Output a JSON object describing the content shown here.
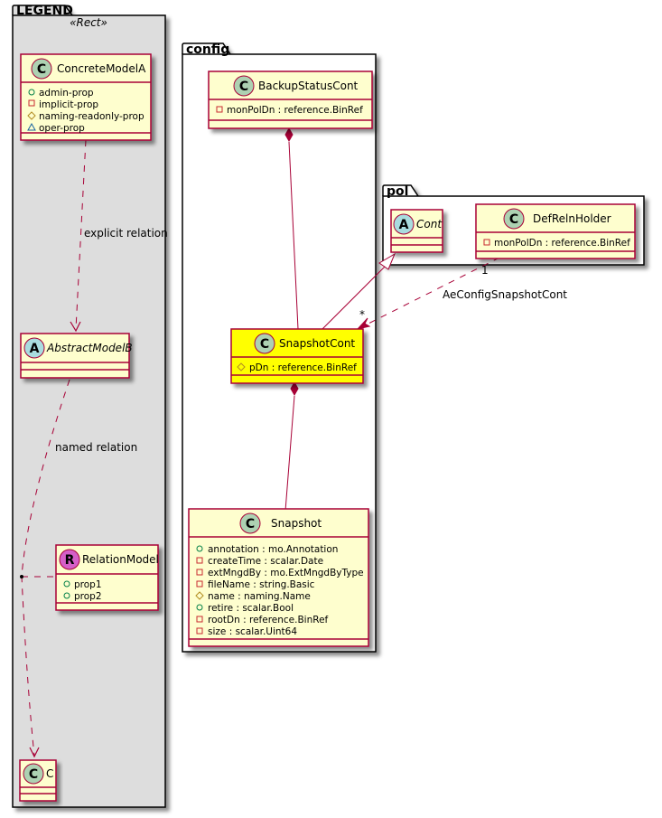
{
  "packages": {
    "legend": {
      "name": "LEGEND",
      "stereotype": "«Rect»"
    },
    "config": {
      "name": "config"
    },
    "pol": {
      "name": "pol"
    }
  },
  "colors": {
    "class_fill": "#FEFECE",
    "class_border": "#A80036",
    "highlight_fill": "#FFFF00",
    "legend_bg": "#DDDDDD",
    "circle_class": "#ADD1B2",
    "circle_abstract": "#A9DCDF",
    "circle_relation": "#D55FC8"
  },
  "classes": {
    "concrete_model_a": {
      "kind": "C",
      "name": "ConcreteModelA",
      "attrs": [
        {
          "vis": "public",
          "text": "admin-prop"
        },
        {
          "vis": "private",
          "text": "implicit-prop"
        },
        {
          "vis": "protected",
          "text": "naming-readonly-prop"
        },
        {
          "vis": "package",
          "text": "oper-prop"
        }
      ]
    },
    "abstract_model_b": {
      "kind": "A",
      "name": "AbstractModelB"
    },
    "relation_model": {
      "kind": "R",
      "name": "RelationModel",
      "attrs": [
        {
          "vis": "public",
          "text": "prop1"
        },
        {
          "vis": "public",
          "text": "prop2"
        }
      ]
    },
    "c": {
      "kind": "C",
      "name": "C"
    },
    "backup_status_cont": {
      "kind": "C",
      "name": "BackupStatusCont",
      "attrs": [
        {
          "vis": "private",
          "text": "monPolDn : reference.BinRef"
        }
      ]
    },
    "snapshot_cont": {
      "kind": "C",
      "name": "SnapshotCont",
      "attrs": [
        {
          "vis": "protected",
          "text": "pDn : reference.BinRef"
        }
      ]
    },
    "snapshot": {
      "kind": "C",
      "name": "Snapshot",
      "attrs": [
        {
          "vis": "public",
          "text": "annotation : mo.Annotation"
        },
        {
          "vis": "private",
          "text": "createTime : scalar.Date"
        },
        {
          "vis": "private",
          "text": "extMngdBy : mo.ExtMngdByType"
        },
        {
          "vis": "private",
          "text": "fileName : string.Basic"
        },
        {
          "vis": "protected",
          "text": "name : naming.Name"
        },
        {
          "vis": "public",
          "text": "retire : scalar.Bool"
        },
        {
          "vis": "private",
          "text": "rootDn : reference.BinRef"
        },
        {
          "vis": "private",
          "text": "size : scalar.Uint64"
        }
      ]
    },
    "cont": {
      "kind": "A",
      "name": "Cont"
    },
    "def_reln_holder": {
      "kind": "C",
      "name": "DefRelnHolder",
      "attrs": [
        {
          "vis": "private",
          "text": "monPolDn : reference.BinRef"
        }
      ]
    }
  },
  "relations": {
    "explicit": {
      "label": "explicit relation"
    },
    "named": {
      "label": "named relation"
    },
    "ae_config": {
      "label": "AeConfigSnapshotCont",
      "mult_source": "1",
      "mult_target": "*"
    }
  }
}
